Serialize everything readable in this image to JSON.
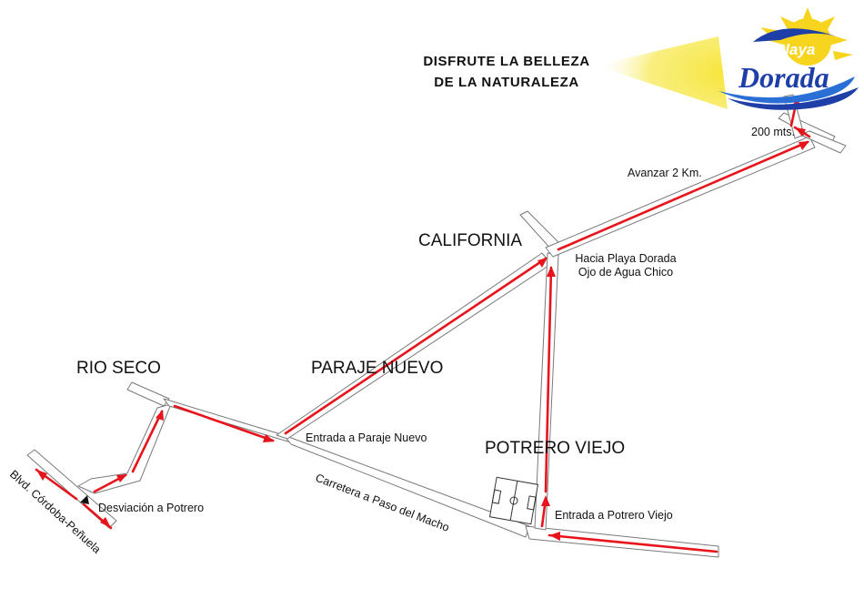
{
  "slogan": {
    "line1": "DISFRUTE LA BELLEZA",
    "line2": "DE LA NATURALEZA"
  },
  "logo": {
    "top": "Playa",
    "main": "Dorada",
    "colors": {
      "sun": "#f7d51e",
      "blue": "#1e3fa8",
      "wave": "#2a6fd6"
    }
  },
  "places": {
    "rio_seco": "RIO SECO",
    "paraje_nuevo": "PARAJE NUEVO",
    "california": "CALIFORNIA",
    "potrero_viejo": "POTRERO VIEJO"
  },
  "labels": {
    "blvd": "Blvd. Córdoba-Peñuela",
    "desviacion": "Desviación a Potrero",
    "entrada_paraje": "Entrada a Paraje Nuevo",
    "carretera": "Carretera a Paso del Macho",
    "entrada_potrero": "Entrada a Potrero Viejo",
    "hacia_line1": "Hacia Playa Dorada",
    "hacia_line2": "Ojo de Agua Chico",
    "avanzar": "Avanzar 2 Km.",
    "mts": "200 mts."
  },
  "colors": {
    "route": "#e8141b",
    "road_outline": "#7a7a7a",
    "background": "#ffffff"
  },
  "icons": [
    "soccer-field-icon",
    "start-marker-icon",
    "route-arrow-icon",
    "sun-icon"
  ]
}
